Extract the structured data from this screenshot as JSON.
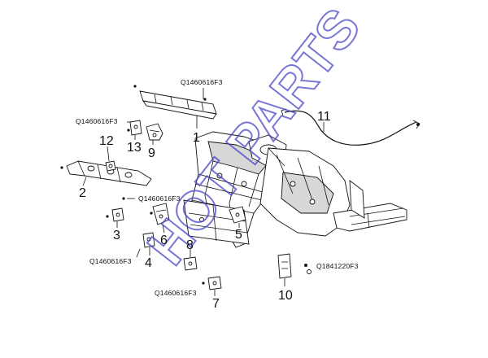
{
  "watermark": "HOT PARTS",
  "callouts": {
    "c1": "1",
    "c2": "2",
    "c3": "3",
    "c4": "4",
    "c5": "5",
    "c6": "6",
    "c7": "7",
    "c8": "8",
    "c9": "9",
    "c10": "10",
    "c11": "11",
    "c12": "12",
    "c13": "13"
  },
  "part_numbers": {
    "p_top": "Q1460616F3",
    "p_left": "Q1460616F3",
    "p_mid": "Q1460616F3",
    "p_four": "Q1460616F3",
    "p_seven": "Q1460616F3",
    "p_ten": "Q1841220F3"
  },
  "colors": {
    "line": "#111111",
    "watermark": "#4b48c8"
  }
}
